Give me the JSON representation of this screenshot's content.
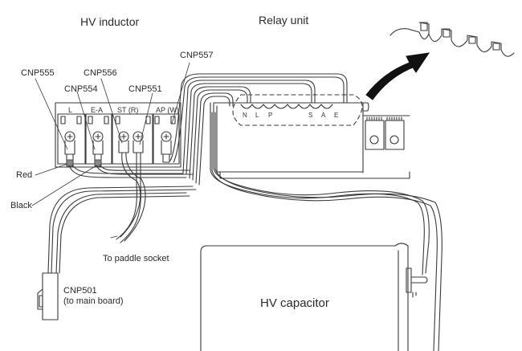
{
  "diagram": {
    "components": {
      "hv_inductor": "HV inductor",
      "relay_unit": "Relay unit",
      "hv_capacitor": "HV capacitor"
    },
    "connectors": {
      "cnp555": "CNP555",
      "cnp554": "CNP554",
      "cnp556": "CNP556",
      "cnp551": "CNP551",
      "cnp557": "CNP557",
      "cnp501": "CNP501",
      "cnp501_note": "(to main board)"
    },
    "terminal_block_labels": [
      "L",
      "E-A",
      "ST (R)",
      "AP (W)"
    ],
    "relay_terminal_labels": [
      "N",
      "L",
      "P",
      "S",
      "A",
      "E"
    ],
    "wire_labels": {
      "red": "Red",
      "black": "Black",
      "paddle": "To paddle socket"
    },
    "colors": {
      "line": "#3a3a3a",
      "text": "#2a2a2a",
      "arrow": "#111111"
    }
  }
}
